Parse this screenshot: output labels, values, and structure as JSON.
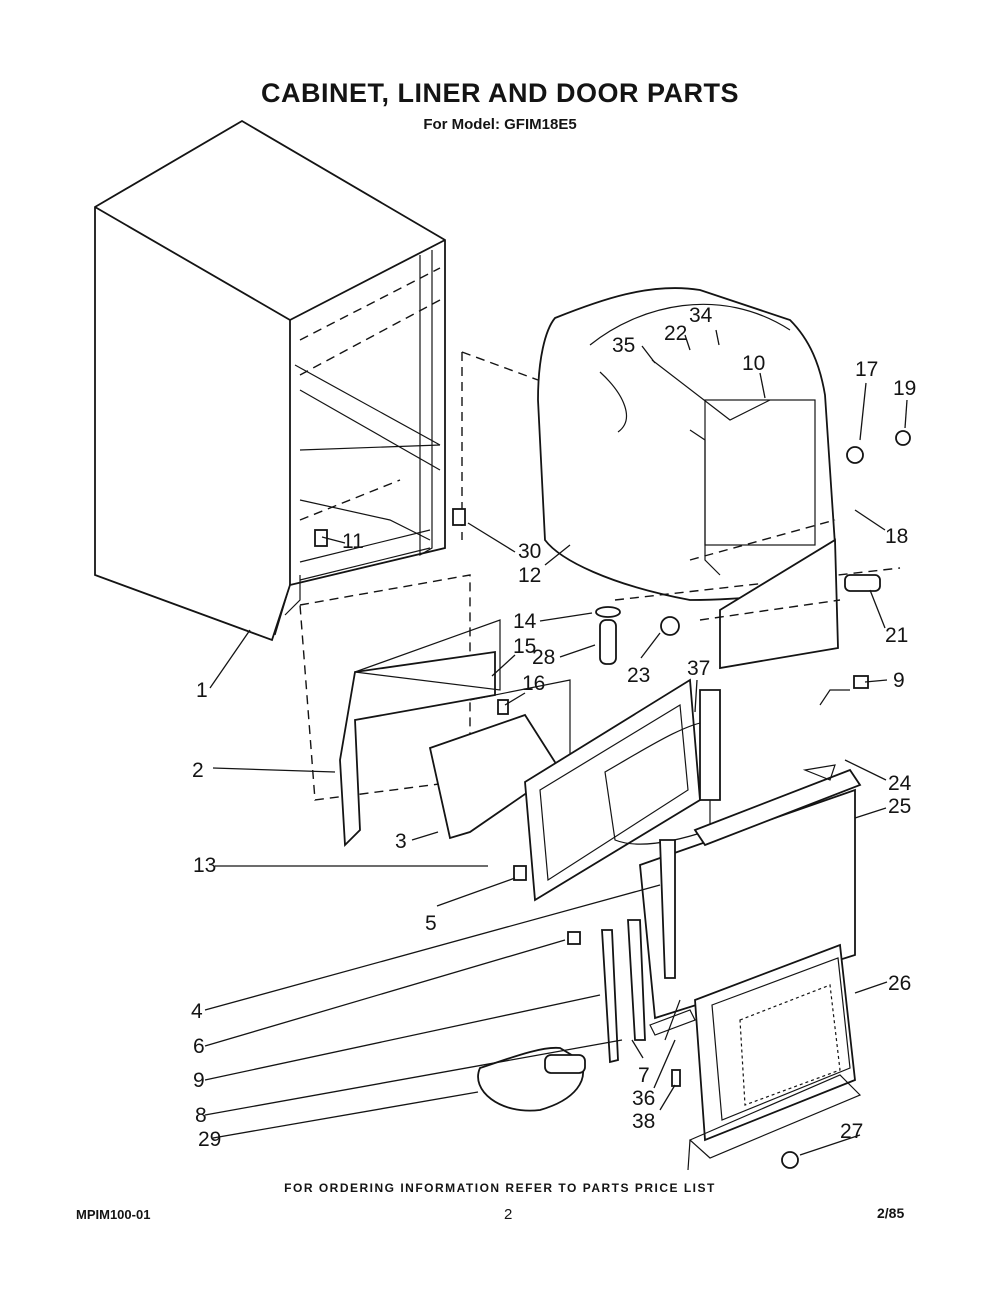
{
  "header": {
    "title": "CABINET, LINER AND DOOR PARTS",
    "subtitle": "For Model: GFIM18E5"
  },
  "callouts": [
    "1",
    "2",
    "3",
    "4",
    "5",
    "6",
    "7",
    "8",
    "9",
    "9",
    "10",
    "11",
    "12",
    "13",
    "14",
    "15",
    "16",
    "17",
    "18",
    "19",
    "21",
    "22",
    "23",
    "24",
    "25",
    "26",
    "27",
    "28",
    "29",
    "30",
    "34",
    "35",
    "36",
    "37",
    "38"
  ],
  "footer": {
    "note": "FOR ORDERING INFORMATION REFER TO PARTS PRICE LIST",
    "doc_number": "MPIM100-01",
    "page_number": "2",
    "date": "2/85"
  }
}
